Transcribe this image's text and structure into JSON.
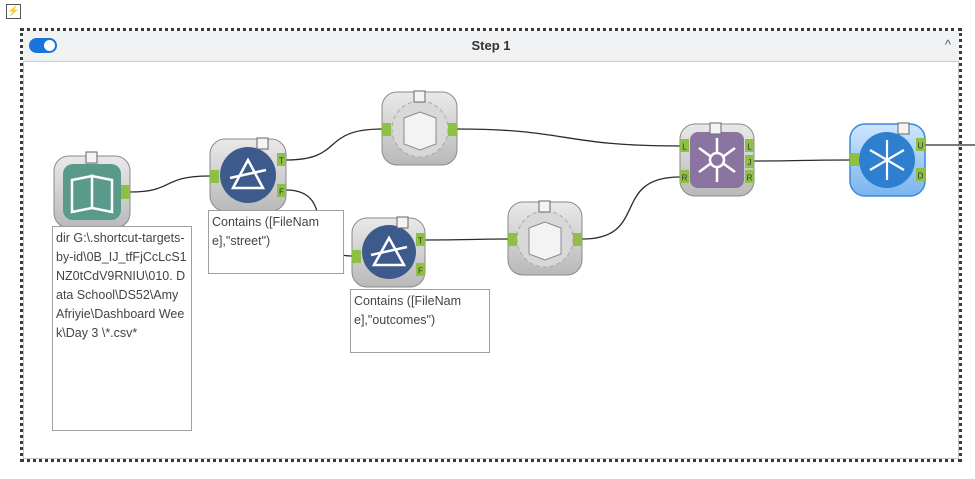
{
  "top_badge": "⚡",
  "container": {
    "title": "Step 1",
    "toggle_on": true,
    "collapse_glyph": "^"
  },
  "annotations": {
    "input": "dir G:\\.shortcut-targets-by-id\\0B_IJ_tfFjCcLcS1NZ0tCdV9RNIU\\010. Data School\\DS52\\Amy Afriyie\\Dashboard Week\\Day 3 \\*.csv*",
    "filter1": "Contains ([FileName],\"street\")",
    "filter2": "Contains ([FileName],\"outcomes\")"
  },
  "anchors": {
    "true": "T",
    "false": "F",
    "left": "L",
    "join": "J",
    "right": "R",
    "unique": "U",
    "duplicate": "D"
  },
  "icons": {
    "input": "book-icon",
    "filter": "filter-triangle-icon",
    "macro": "gear-book-icon",
    "join": "join-network-icon",
    "unique": "snowflake-icon"
  },
  "colors": {
    "input_tool": "#5a9a8a",
    "filter_tool": "#3c5a8c",
    "join_tool": "#8a75a0",
    "unique_tool": "#2e7fd0",
    "anchor": "#8fc046",
    "link": "#2b2b2b"
  }
}
